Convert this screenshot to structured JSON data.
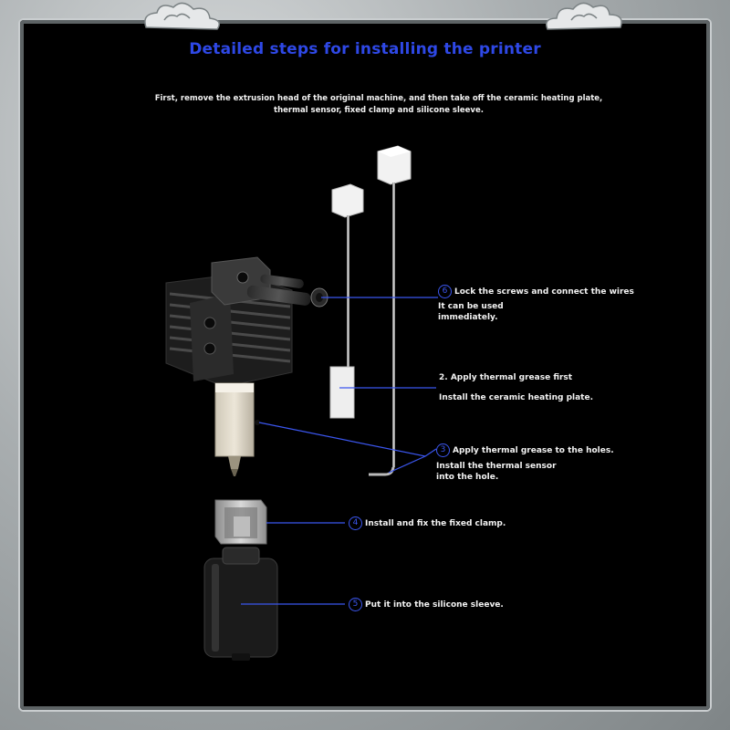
{
  "title": "Detailed steps for installing the printer",
  "intro": "First, remove the extrusion head of the original machine, and then take off the ceramic heating plate, thermal sensor, fixed clamp and silicone sleeve.",
  "steps": [
    {
      "num": "6",
      "main": "Lock the screws and connect the wires",
      "sub": [
        "It can be used",
        "immediately."
      ]
    },
    {
      "num": "",
      "main": "2. Apply thermal grease first",
      "sub": [
        "Install the ceramic heating plate."
      ]
    },
    {
      "num": "3",
      "main": "Apply thermal grease to the holes.",
      "sub": [
        "Install the thermal sensor",
        "into the hole."
      ]
    },
    {
      "num": "4",
      "main": "Install and fix the fixed clamp.",
      "sub": []
    },
    {
      "num": "5",
      "main": "Put it into the silicone sleeve.",
      "sub": []
    }
  ],
  "colors": {
    "accent": "#2e48e6",
    "leader_line": "#3b56ee",
    "text": "#f2f2f2",
    "background": "#000000"
  },
  "icons": [
    "cloud-ornament-icon",
    "circled-number-icon"
  ]
}
